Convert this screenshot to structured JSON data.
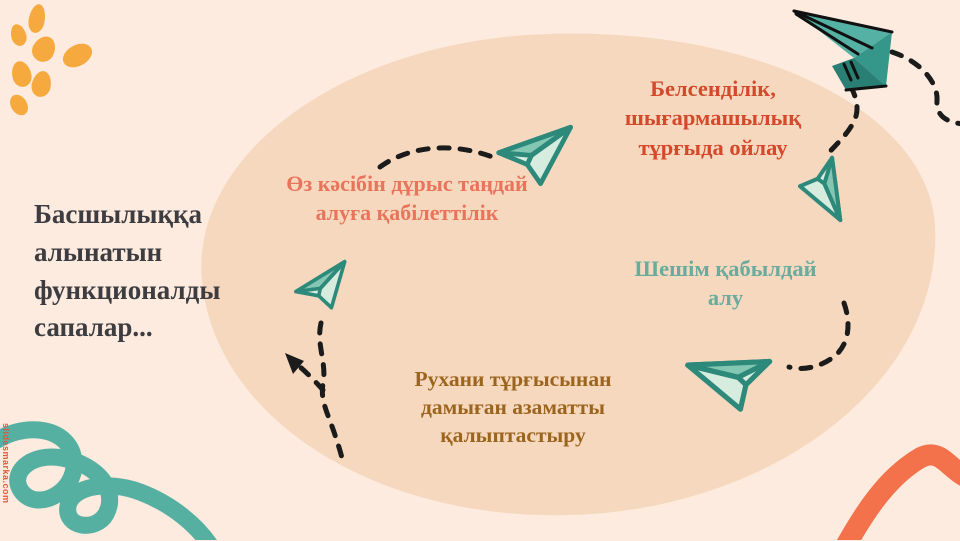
{
  "slide": {
    "background_color": "#fcebde",
    "blob_color": "#f6d8be",
    "title": {
      "text": "Басшылыққа алынатын функционалды сапалар...",
      "color": "#3c3c41"
    },
    "qualities": [
      {
        "id": "career-choice",
        "text": "Өз кәсібін дұрыс таңдай алуға қабілеттілік",
        "color": "#e9745c"
      },
      {
        "id": "creative-thinking",
        "text": "Белсенділік, шығармашылық тұрғыда ойлау",
        "color": "#d4492b"
      },
      {
        "id": "decision-making",
        "text": "Шешім қабылдай алу",
        "color": "#6aab9e"
      },
      {
        "id": "spiritual-citizen",
        "text": "Рухани тұрғысынан дамыған азаматты қалыптастыру",
        "color": "#9c651e"
      }
    ],
    "watermark": {
      "text": "slidesmarka.com",
      "color": "#e2563a"
    },
    "decor": {
      "paper_plane_color": "#47a294",
      "dashed_line_color": "#1b1b1b",
      "petal_color": "#f6a93e",
      "squiggle_color": "#55b0a2",
      "wave_color": "#f3714b"
    }
  }
}
